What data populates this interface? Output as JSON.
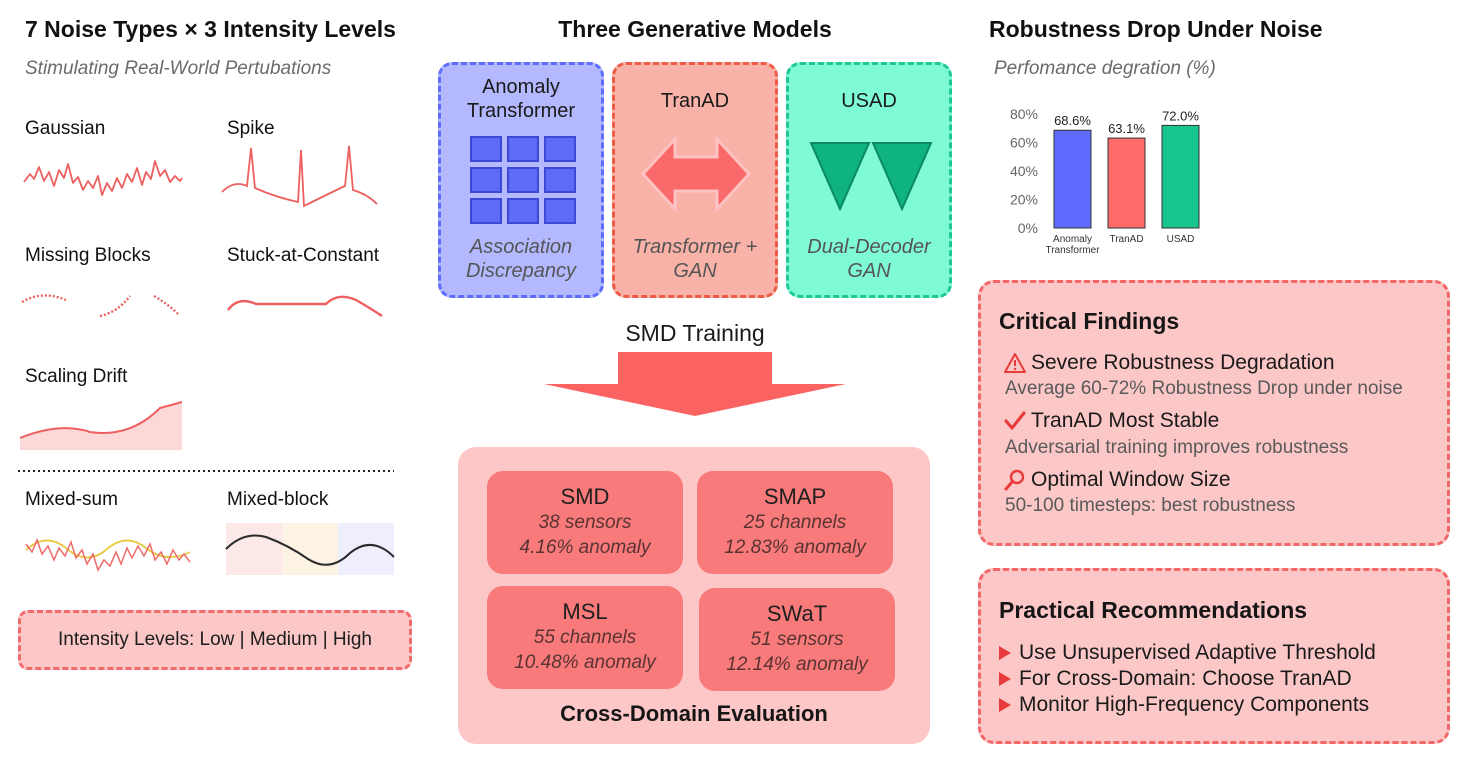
{
  "left": {
    "title": "7 Noise Types × 3 Intensity Levels",
    "subtitle": "Stimulating Real-World Pertubations",
    "noise_types": {
      "gaussian": "Gaussian",
      "spike": "Spike",
      "missing": "Missing Blocks",
      "stuck": "Stuck-at-Constant",
      "drift": "Scaling Drift",
      "mixed_sum": "Mixed-sum",
      "mixed_block": "Mixed-block"
    },
    "intensity": "Intensity Levels: Low | Medium | High"
  },
  "middle": {
    "title": "Three Generative Models",
    "models": [
      {
        "name": "Anomaly Transformer",
        "desc": "Association Discrepancy",
        "color": "#5c6cff"
      },
      {
        "name": "TranAD",
        "desc": "Transformer + GAN",
        "color": "#ee5a47"
      },
      {
        "name": "USAD",
        "desc": "Dual-Decoder GAN",
        "color": "#1fc796"
      }
    ],
    "training": "SMD Training",
    "datasets": [
      {
        "name": "SMD",
        "line1": "38 sensors",
        "line2": "4.16% anomaly"
      },
      {
        "name": "SMAP",
        "line1": "25 channels",
        "line2": "12.83% anomaly"
      },
      {
        "name": "MSL",
        "line1": "55 channels",
        "line2": "10.48% anomaly"
      },
      {
        "name": "SWaT",
        "line1": "51 sensors",
        "line2": "12.14% anomaly"
      }
    ],
    "evaluation": "Cross-Domain Evaluation"
  },
  "right": {
    "title": "Robustness Drop Under Noise",
    "subtitle": "Perfomance degration (%)",
    "findings": {
      "title": "Critical Findings",
      "items": [
        {
          "icon": "warning-icon",
          "head": "Severe Robustness Degradation",
          "sub": "Average 60-72% Robustness Drop under noise"
        },
        {
          "icon": "check-icon",
          "head": "TranAD Most Stable",
          "sub": "Adversarial training improves robustness"
        },
        {
          "icon": "magnifier-icon",
          "head": "Optimal Window Size",
          "sub": "50-100 timesteps: best robustness"
        }
      ]
    },
    "recommendations": {
      "title": "Practical Recommendations",
      "items": [
        "Use Unsupervised Adaptive Threshold",
        "For Cross-Domain: Choose TranAD",
        "Monitor High-Frequency Components"
      ]
    }
  },
  "chart_data": {
    "type": "bar",
    "categories": [
      "Anomaly Transformer",
      "TranAD",
      "USAD"
    ],
    "values": [
      68.6,
      63.1,
      72.0
    ],
    "value_labels": [
      "68.6%",
      "63.1%",
      "72.0%"
    ],
    "colors": [
      "#5f6bff",
      "#ff6b6b",
      "#19c58f"
    ],
    "yticks": [
      "0%",
      "20%",
      "40%",
      "60%",
      "80%"
    ],
    "ylim": [
      0,
      80
    ],
    "grid": false,
    "legend": "none"
  }
}
